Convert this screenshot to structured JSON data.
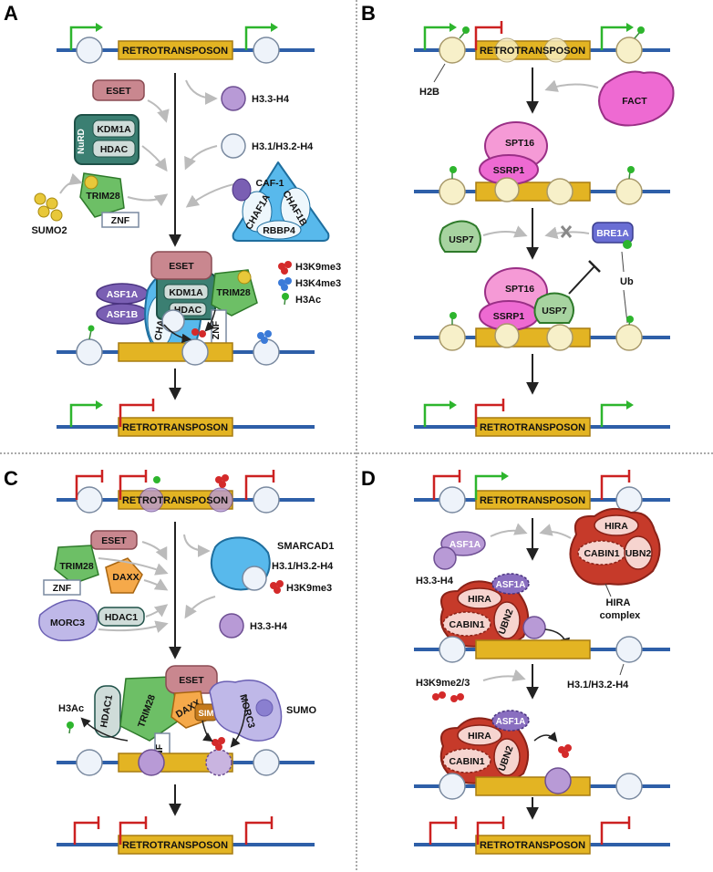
{
  "panels": {
    "A": {
      "letter": "A",
      "retro": "RETROTRANSPOSON",
      "eset": "ESET",
      "nurd": "NuRD",
      "kdm1a": "KDM1A",
      "hdac": "HDAC",
      "trim28": "TRIM28",
      "znf": "ZNF",
      "sumo2": "SUMO2",
      "h33h4": "H3.3-H4",
      "h31h4": "H3.1/H3.2-H4",
      "caf1": "CAF-1",
      "chaf1a": "CHAF1A",
      "chaf1b": "CHAF1B",
      "rbbp4": "RBBP4",
      "asf1a": "ASF1A",
      "asf1b": "ASF1B",
      "legend_k9": "H3K9me3",
      "legend_k4": "H3K4me3",
      "legend_ac": "H3Ac"
    },
    "B": {
      "letter": "B",
      "retro": "RETROTRANSPOSON",
      "h2b": "H2B",
      "fact": "FACT",
      "spt16": "SPT16",
      "ssrp1": "SSRP1",
      "usp7": "USP7",
      "bre1a": "BRE1A",
      "ub": "Ub"
    },
    "C": {
      "letter": "C",
      "retro": "RETROTRANSPOSON",
      "eset": "ESET",
      "trim28": "TRIM28",
      "znf": "ZNF",
      "daxx": "DAXX",
      "morc3": "MORC3",
      "hdac1": "HDAC1",
      "smarcad1": "SMARCAD1",
      "h31h4": "H3.1/H3.2-H4",
      "k9": "H3K9me3",
      "h33h4": "H3.3-H4",
      "h3ac": "H3Ac",
      "sim": "SIM",
      "sumo": "SUMO"
    },
    "D": {
      "letter": "D",
      "retro": "RETROTRANSPOSON",
      "asf1a": "ASF1A",
      "h33h4": "H3.3-H4",
      "hira": "HIRA",
      "cabin1": "CABIN1",
      "ubn2": "UBN2",
      "hira_complex_1": "HIRA",
      "hira_complex_2": "complex",
      "h31h4": "H3.1/H3.2-H4",
      "k9me23": "H3K9me2/3"
    }
  },
  "colors": {
    "dna": "#2e5fa8",
    "retro_fill": "#e3b423",
    "retro_stroke": "#a77c12",
    "active_arrow": "#2db52d",
    "repress": "#cc2121",
    "nucleosome": "#eef3fa",
    "nuc_b": "#f7f0c9",
    "h33": "#b89ad6"
  }
}
